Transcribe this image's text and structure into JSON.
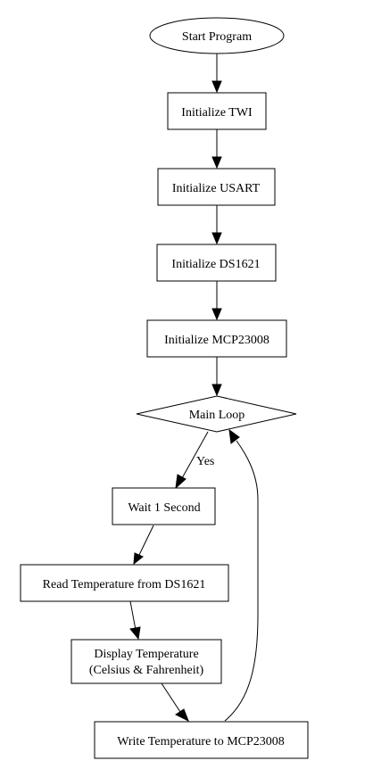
{
  "diagram": {
    "nodes": [
      {
        "id": "start",
        "shape": "ellipse",
        "label": "Start Program"
      },
      {
        "id": "twi",
        "shape": "box",
        "label": "Initialize TWI"
      },
      {
        "id": "usart",
        "shape": "box",
        "label": "Initialize USART"
      },
      {
        "id": "ds1621",
        "shape": "box",
        "label": "Initialize DS1621"
      },
      {
        "id": "mcp",
        "shape": "box",
        "label": "Initialize MCP23008"
      },
      {
        "id": "loop",
        "shape": "diamond",
        "label": "Main Loop"
      },
      {
        "id": "wait",
        "shape": "box",
        "label": "Wait 1 Second"
      },
      {
        "id": "read",
        "shape": "box",
        "label": "Read Temperature from DS1621"
      },
      {
        "id": "display",
        "shape": "box",
        "label_lines": [
          "Display Temperature",
          "(Celsius & Fahrenheit)"
        ]
      },
      {
        "id": "write",
        "shape": "box",
        "label": "Write Temperature to MCP23008"
      }
    ],
    "edges": [
      {
        "from": "start",
        "to": "twi"
      },
      {
        "from": "twi",
        "to": "usart"
      },
      {
        "from": "usart",
        "to": "ds1621"
      },
      {
        "from": "ds1621",
        "to": "mcp"
      },
      {
        "from": "mcp",
        "to": "loop"
      },
      {
        "from": "loop",
        "to": "wait",
        "label": "Yes"
      },
      {
        "from": "wait",
        "to": "read"
      },
      {
        "from": "read",
        "to": "display"
      },
      {
        "from": "display",
        "to": "write"
      },
      {
        "from": "write",
        "to": "loop"
      }
    ]
  }
}
